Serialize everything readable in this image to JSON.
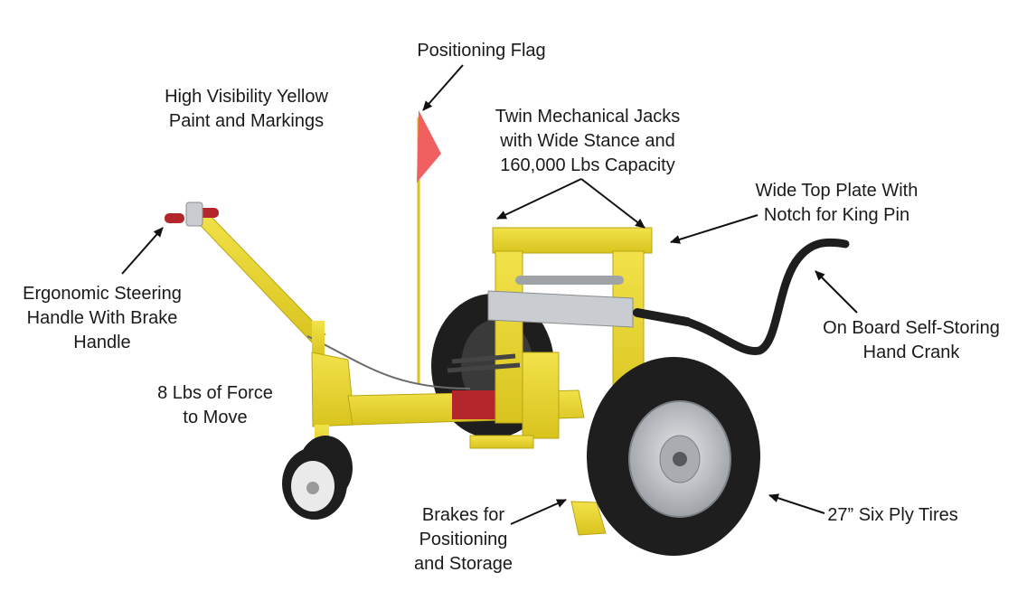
{
  "colors": {
    "frame_yellow": "#e8d52a",
    "frame_shadow": "#b9a514",
    "tire_black": "#1e1e1e",
    "rim_gray": "#c9ccd0",
    "flag_red": "#f06060",
    "accent_red": "#b3262b",
    "arrow": "#111111"
  },
  "labels": {
    "positioning_flag": [
      "Positioning Flag"
    ],
    "yellow_paint": [
      "High Visibility Yellow",
      "Paint and Markings"
    ],
    "twin_jacks": [
      "Twin Mechanical Jacks",
      "with Wide Stance and",
      "160,000 Lbs Capacity"
    ],
    "top_plate": [
      "Wide Top Plate With",
      "Notch for King Pin"
    ],
    "steering_handle": [
      "Ergonomic Steering",
      "Handle With Brake",
      "Handle"
    ],
    "hand_crank": [
      "On Board Self-Storing",
      "Hand Crank"
    ],
    "force": [
      "8 Lbs of Force",
      "to Move"
    ],
    "brakes": [
      "Brakes for",
      "Positioning",
      "and Storage"
    ],
    "tires": [
      "27” Six Ply Tires"
    ]
  },
  "icons": [
    "arrow-icon"
  ]
}
